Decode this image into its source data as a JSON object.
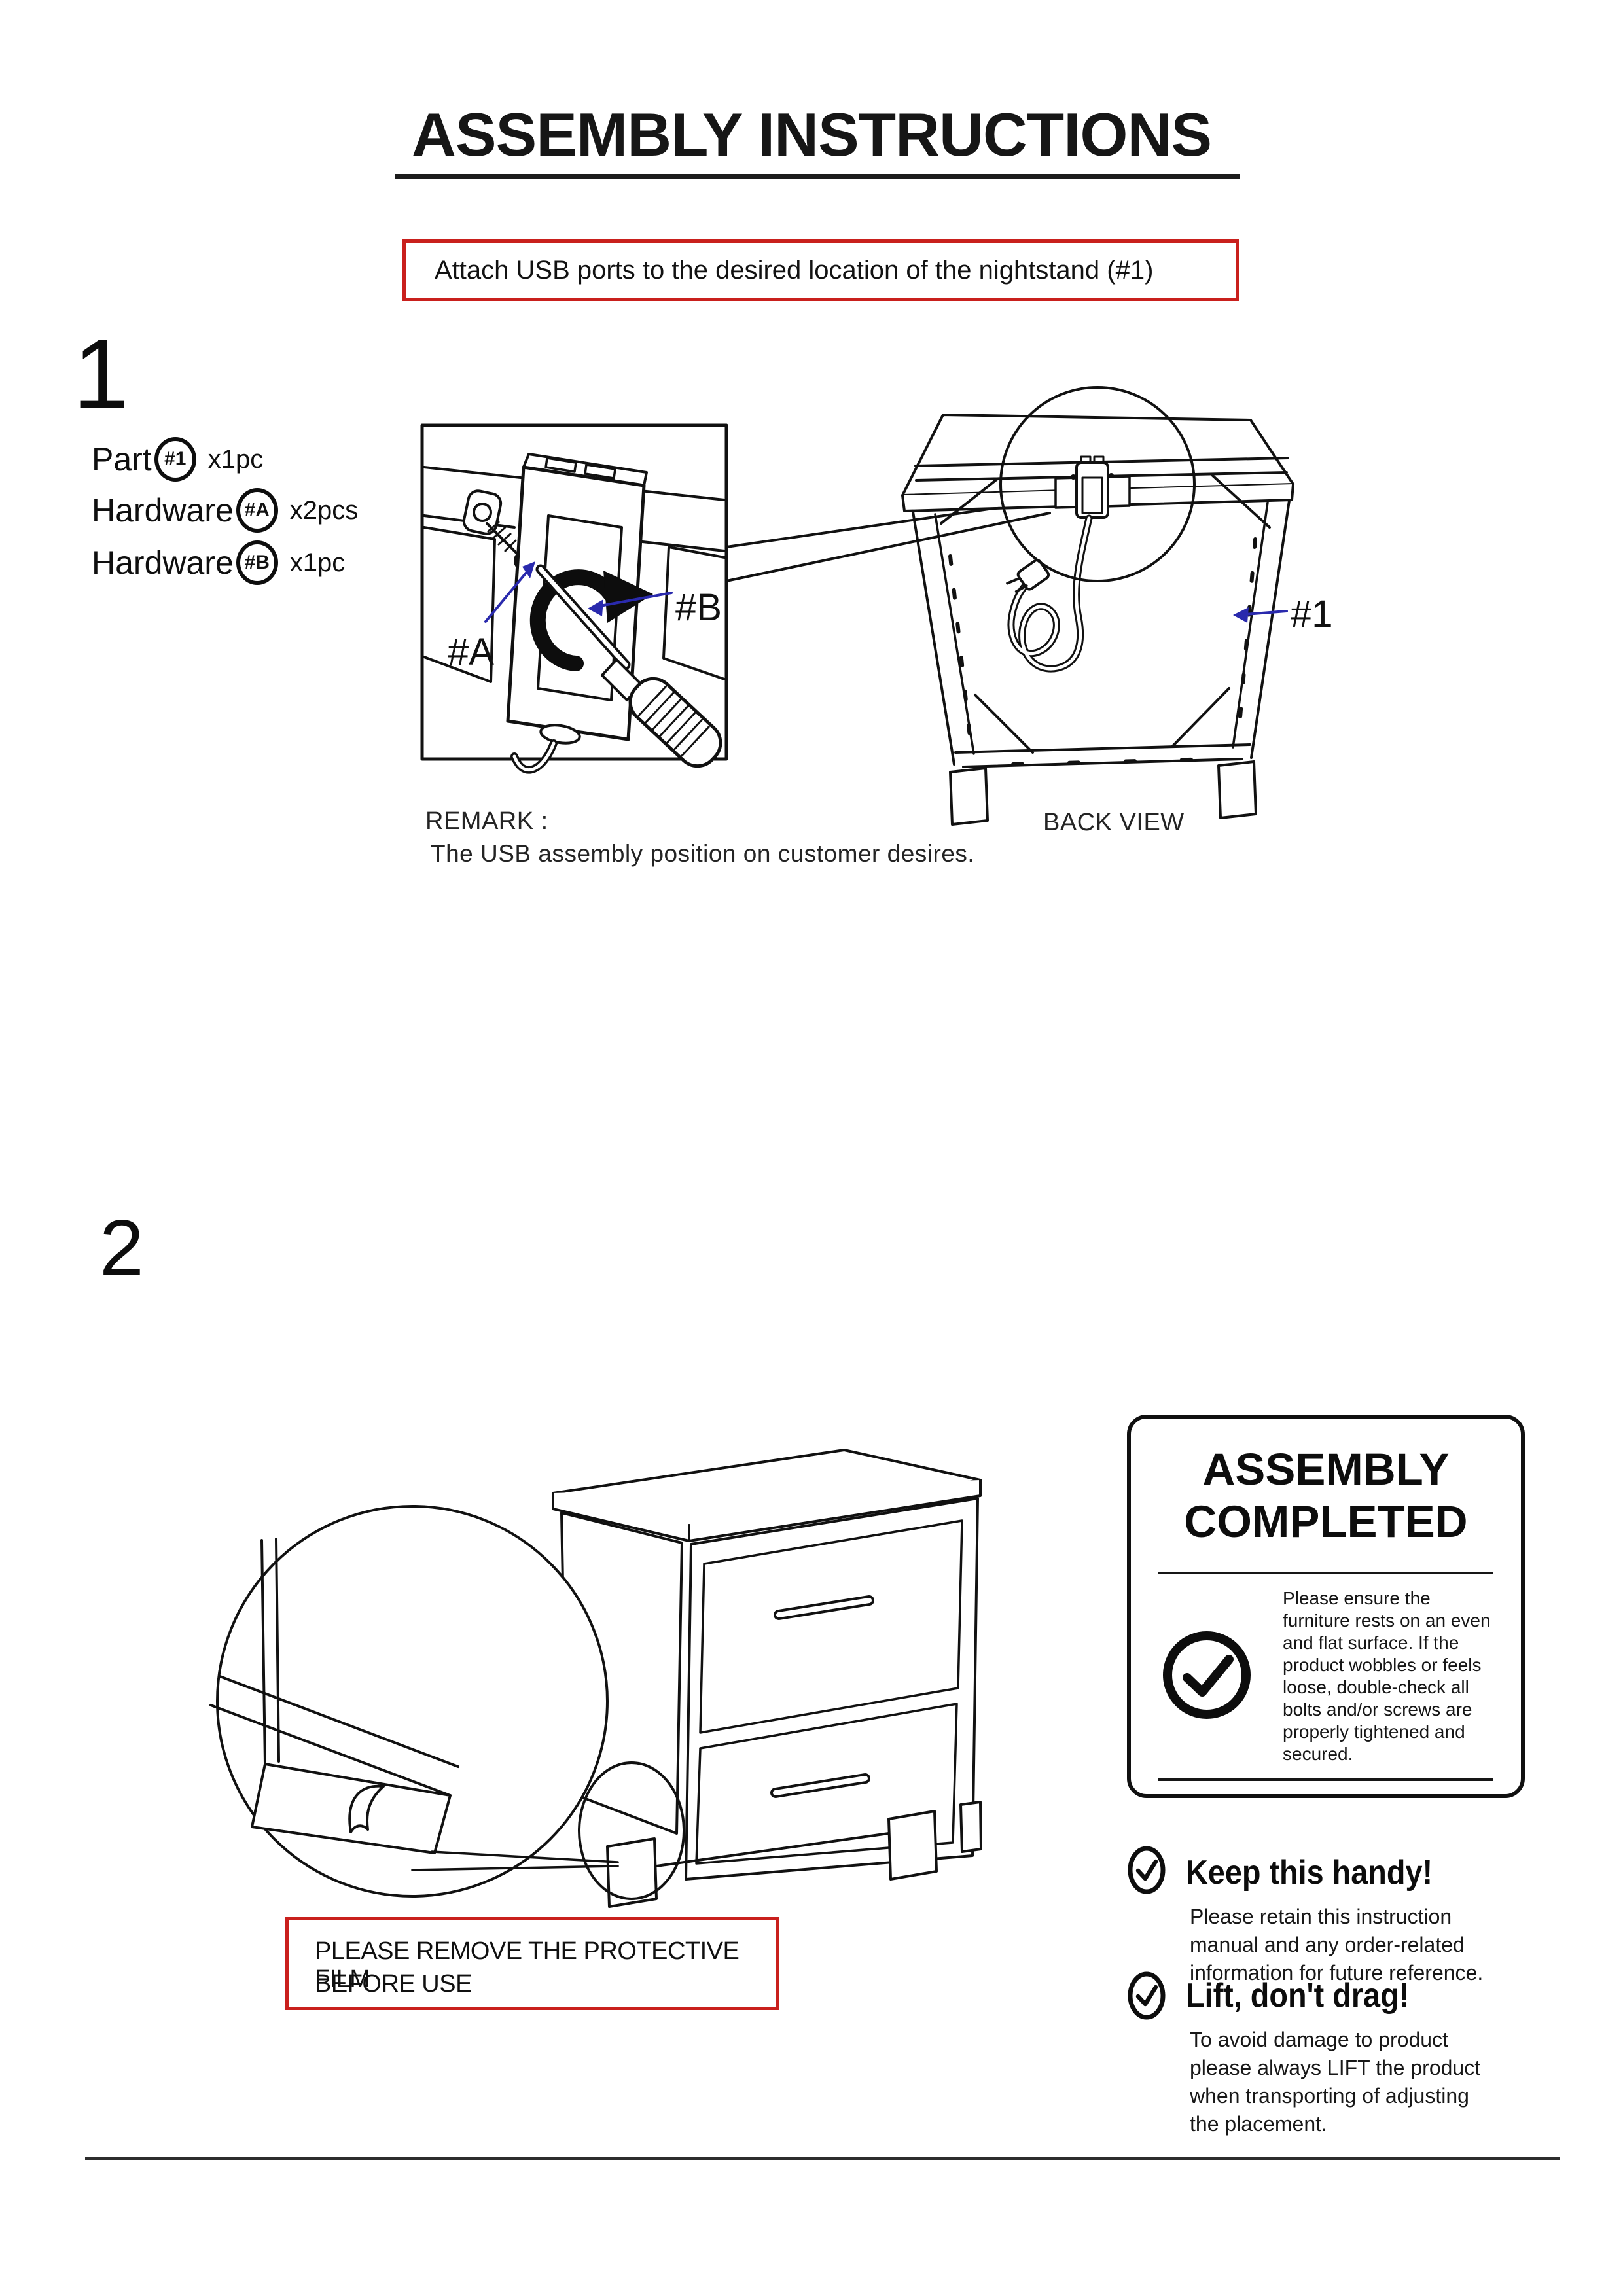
{
  "title": "ASSEMBLY INSTRUCTIONS",
  "instruction_banner": "Attach USB ports to the desired location of the nightstand (#1)",
  "step1": {
    "number": "1",
    "parts": [
      {
        "label": "Part",
        "badge": "#1",
        "qty": "x1pc"
      },
      {
        "label": "Hardware",
        "badge": "#A",
        "qty": "x2pcs"
      },
      {
        "label": "Hardware",
        "badge": "#B",
        "qty": "x1pc"
      }
    ],
    "diagram_labels": {
      "hardware_a": "#A",
      "hardware_b": "#B",
      "part1": "#1"
    },
    "remark_title": "REMARK :",
    "remark_body": "The USB assembly position on customer desires.",
    "back_view_caption": "BACK VIEW"
  },
  "step2": {
    "number": "2",
    "warning": {
      "line1": "PLEASE REMOVE THE PROTECTIVE FILM",
      "line2": "BEFORE USE"
    }
  },
  "completion": {
    "title_line1": "ASSEMBLY",
    "title_line2": "COMPLETED",
    "body_lines": [
      "Please ensure the",
      "furniture rests on an even",
      "and flat surface. If the",
      "product wobbles or feels",
      "loose, double-check all",
      "bolts and/or screws are",
      "properly tightened and",
      "secured."
    ]
  },
  "tips": [
    {
      "title": "Keep this handy!",
      "body_lines": [
        "Please retain this instruction",
        "manual and any order-related",
        "information for future reference."
      ]
    },
    {
      "title": "Lift, don't drag!",
      "body_lines": [
        "To avoid damage to product",
        "please always LIFT the product",
        "when transporting of adjusting",
        "the placement."
      ]
    }
  ],
  "colors": {
    "accent_red": "#c9201d",
    "callout_blue": "#2a2aad",
    "ink": "#111111"
  }
}
